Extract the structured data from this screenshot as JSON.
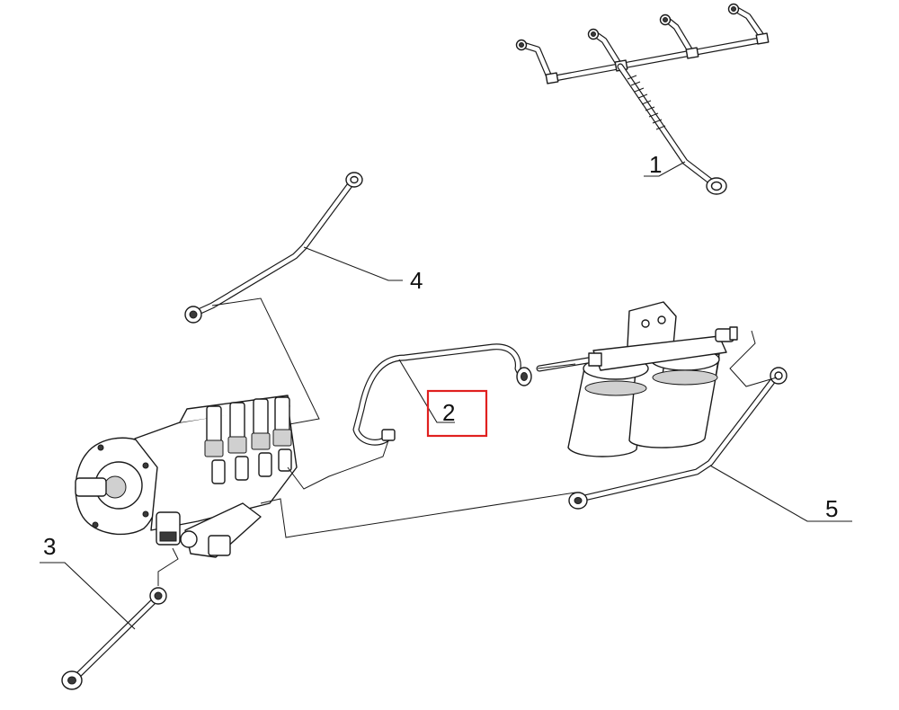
{
  "callouts": [
    {
      "id": "1",
      "text": "1"
    },
    {
      "id": "2",
      "text": "2",
      "highlighted": true
    },
    {
      "id": "3",
      "text": "3"
    },
    {
      "id": "4",
      "text": "4"
    },
    {
      "id": "5",
      "text": "5"
    }
  ],
  "colors": {
    "line": "#1a1a1a",
    "highlight": "#e0201f",
    "background": "#ffffff"
  }
}
